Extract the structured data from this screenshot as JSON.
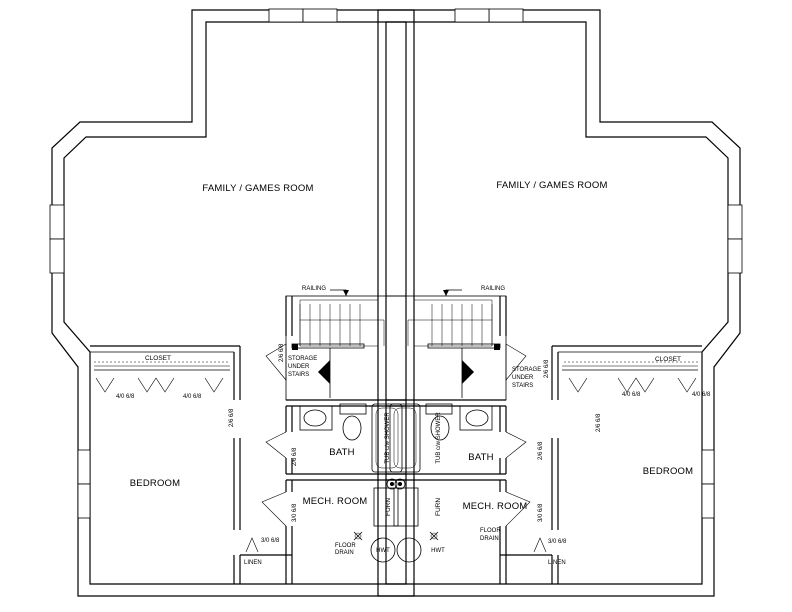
{
  "labels": {
    "family_room": "FAMILY / GAMES ROOM",
    "bedroom": "BEDROOM",
    "closet": "CLOSET",
    "bath": "BATH",
    "mech_room": "MECH. ROOM",
    "storage_line1": "STORAGE",
    "storage_line2": "UNDER",
    "storage_line3": "STAIRS",
    "railing": "RAILING",
    "floor_drain_line1": "FLOOR",
    "floor_drain_line2": "DRAIN",
    "linen": "LINEN",
    "furn": "FURN",
    "hwt": "HWT",
    "tub": "TUB c/w SHOWER"
  },
  "door_sizes": {
    "closet_left": "4/0 6/8",
    "closet_right": "4/0 6/8",
    "bedroom": "2/6 6/8",
    "bath": "2/6 6/8",
    "mech": "3/0 6/8",
    "linen": "3/0 6/8",
    "storage": "2/6 6/8"
  }
}
